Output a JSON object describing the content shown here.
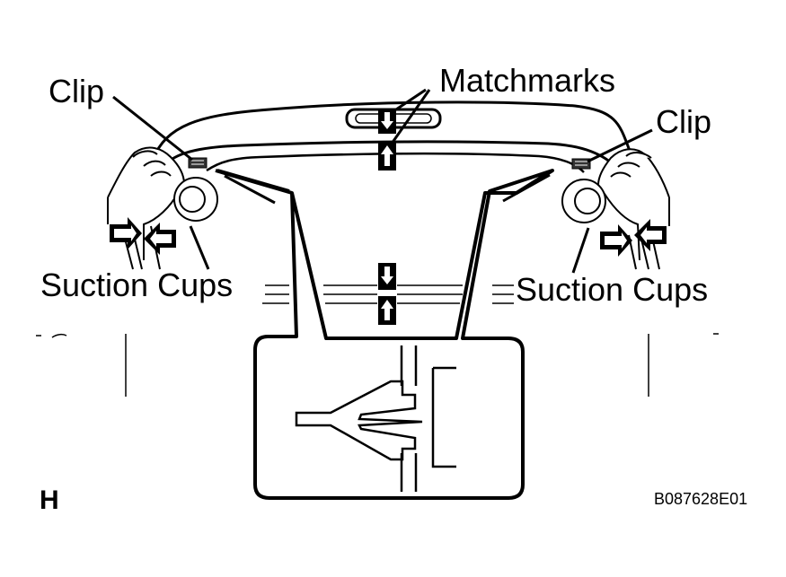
{
  "labels": {
    "matchmarks": "Matchmarks",
    "clip_left": "Clip",
    "clip_right": "Clip",
    "suction_cups_left": "Suction Cups",
    "suction_cups_right": "Suction Cups",
    "corner_mark": "H",
    "figure_code": "B087628E01"
  },
  "colors": {
    "ink": "#000000",
    "paper": "#ffffff"
  }
}
